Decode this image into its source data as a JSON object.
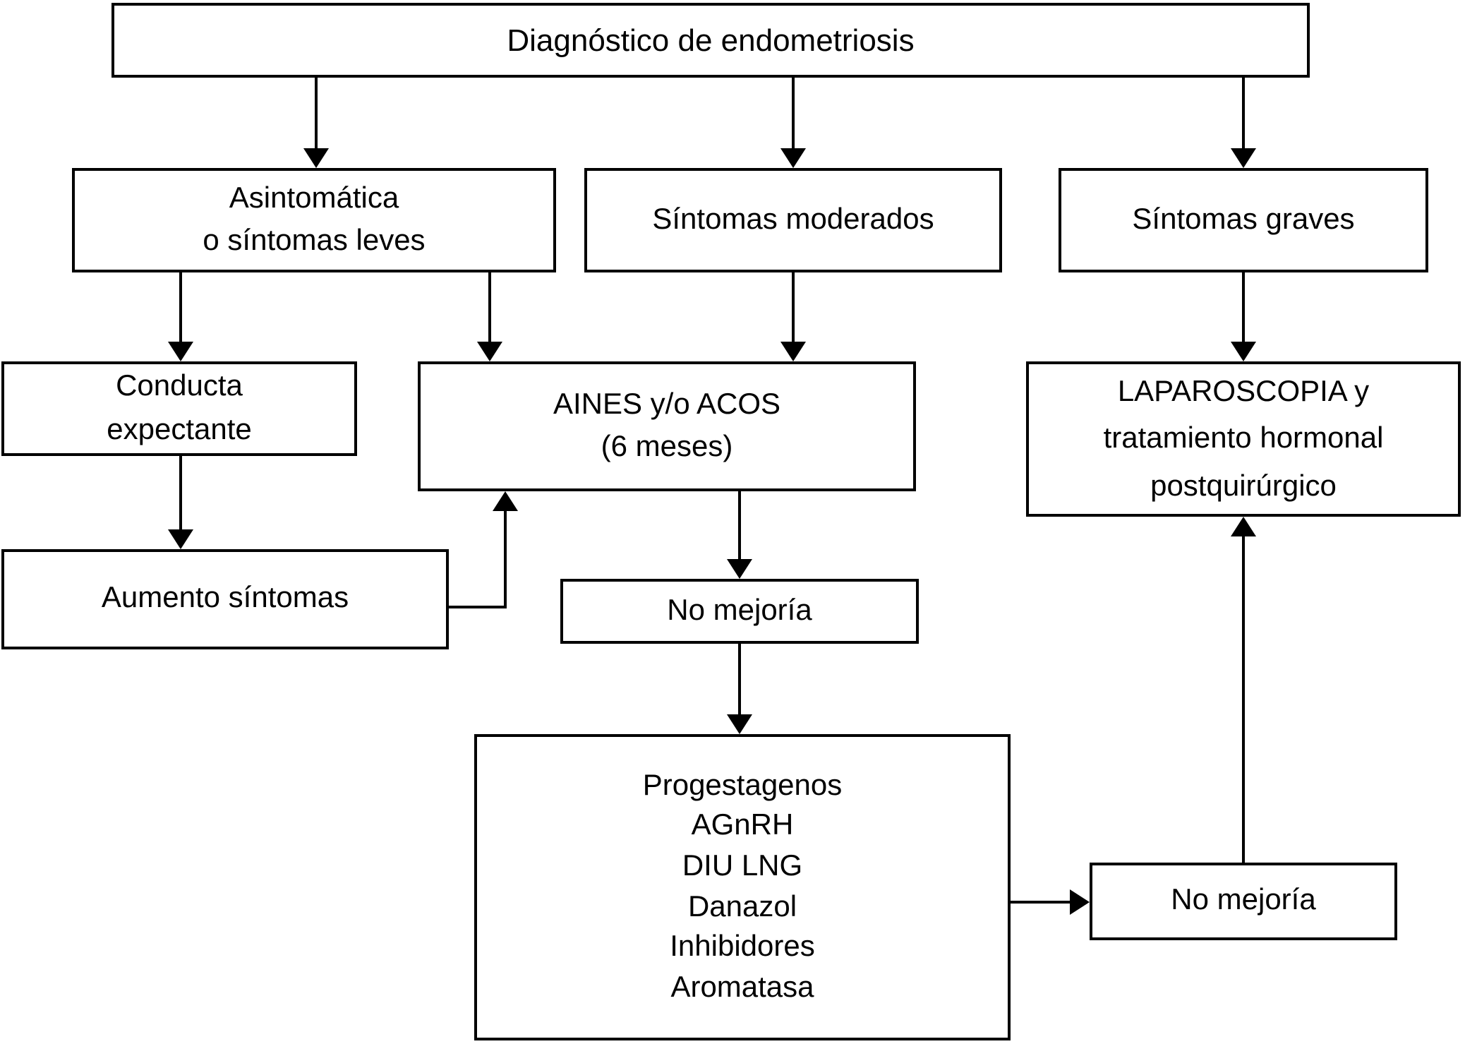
{
  "diagram": {
    "title": "Diagnóstico de endometriosis",
    "background_color": "#ffffff",
    "line_color": "#000000",
    "nodes": {
      "diagnostico": {
        "label": "Diagnóstico de endometriosis"
      },
      "asintomatica": {
        "label": "Asintomática\no síntomas leves"
      },
      "moderados": {
        "label": "Síntomas moderados"
      },
      "graves": {
        "label": "Síntomas graves"
      },
      "conducta": {
        "label": "Conducta\nexpectante"
      },
      "aines": {
        "label": "AINES y/o ACOS\n(6 meses)"
      },
      "laparoscopia": {
        "label": "LAPAROSCOPIA y\ntratamiento hormonal\npostquirúrgico"
      },
      "aumento": {
        "label": "Aumento síntomas"
      },
      "no_mejoria_1": {
        "label": "No mejoría"
      },
      "tratamientos": {
        "label": "Progestagenos\nAGnRH\nDIU LNG\nDanazol\nInhibidores\nAromatasa"
      },
      "no_mejoria_2": {
        "label": "No mejoría"
      }
    },
    "edges": [
      {
        "from": "diagnostico",
        "to": "asintomatica"
      },
      {
        "from": "diagnostico",
        "to": "moderados"
      },
      {
        "from": "diagnostico",
        "to": "graves"
      },
      {
        "from": "asintomatica",
        "to": "conducta"
      },
      {
        "from": "asintomatica",
        "to": "aines"
      },
      {
        "from": "moderados",
        "to": "aines"
      },
      {
        "from": "graves",
        "to": "laparoscopia"
      },
      {
        "from": "conducta",
        "to": "aumento"
      },
      {
        "from": "aumento",
        "to": "aines"
      },
      {
        "from": "aines",
        "to": "no_mejoria_1"
      },
      {
        "from": "no_mejoria_1",
        "to": "tratamientos"
      },
      {
        "from": "tratamientos",
        "to": "no_mejoria_2"
      },
      {
        "from": "no_mejoria_2",
        "to": "laparoscopia"
      }
    ]
  }
}
